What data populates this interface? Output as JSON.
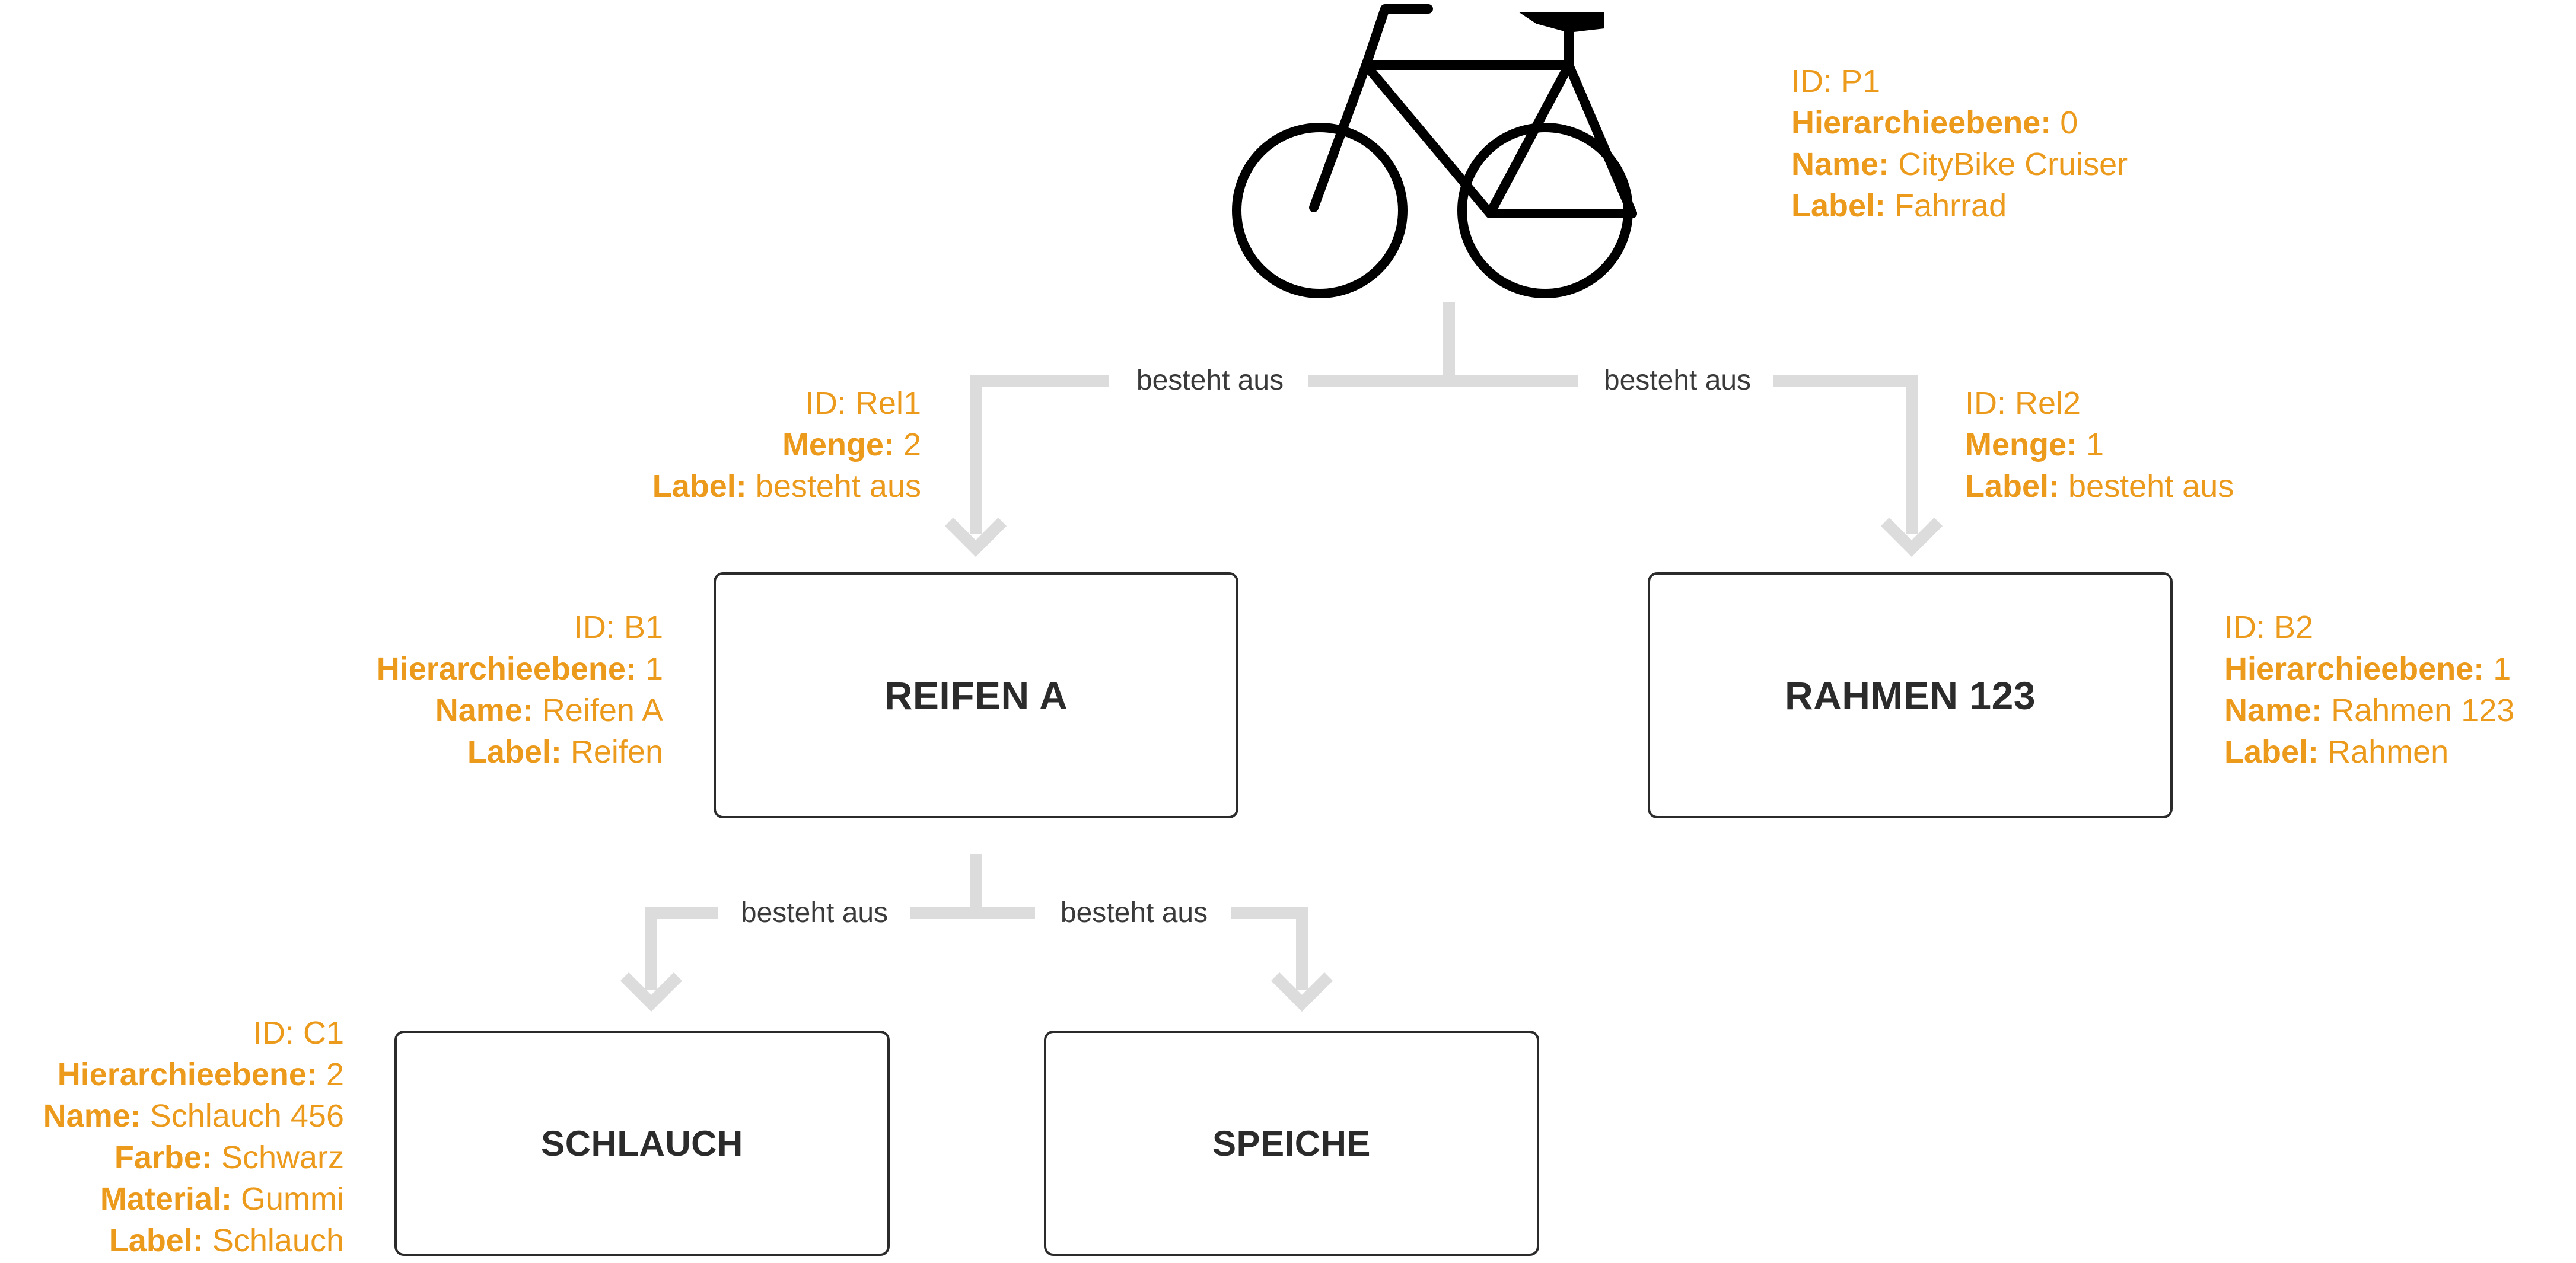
{
  "root": {
    "props": [
      {
        "key": "ID:",
        "value": "P1",
        "bold": false
      },
      {
        "key": "Hierarchieebene:",
        "value": "0",
        "bold": true
      },
      {
        "key": "Name:",
        "value": "CityBike Cruiser",
        "bold": true
      },
      {
        "key": "Label:",
        "value": "Fahrrad",
        "bold": true
      }
    ]
  },
  "edges": {
    "rel1_label": "besteht aus",
    "rel2_label": "besteht aus",
    "sub1_label": "besteht aus",
    "sub2_label": "besteht aus"
  },
  "rel1": {
    "props": [
      {
        "key": "ID:",
        "value": "Rel1",
        "bold": false
      },
      {
        "key": "Menge:",
        "value": "2",
        "bold": true
      },
      {
        "key": "Label:",
        "value": "besteht aus",
        "bold": true
      }
    ]
  },
  "rel2": {
    "props": [
      {
        "key": "ID:",
        "value": "Rel2",
        "bold": false
      },
      {
        "key": "Menge:",
        "value": "1",
        "bold": true
      },
      {
        "key": "Label:",
        "value": "besteht aus",
        "bold": true
      }
    ]
  },
  "b1": {
    "title": "REIFEN A",
    "props": [
      {
        "key": "ID:",
        "value": "B1",
        "bold": false
      },
      {
        "key": "Hierarchieebene:",
        "value": "1",
        "bold": true
      },
      {
        "key": "Name:",
        "value": "Reifen A",
        "bold": true
      },
      {
        "key": "Label:",
        "value": "Reifen",
        "bold": true
      }
    ]
  },
  "b2": {
    "title": "RAHMEN 123",
    "props": [
      {
        "key": "ID:",
        "value": "B2",
        "bold": false
      },
      {
        "key": "Hierarchieebene:",
        "value": "1",
        "bold": true
      },
      {
        "key": "Name:",
        "value": "Rahmen 123",
        "bold": true
      },
      {
        "key": "Label:",
        "value": "Rahmen",
        "bold": true
      }
    ]
  },
  "c1": {
    "title": "SCHLAUCH",
    "props": [
      {
        "key": "ID:",
        "value": "C1",
        "bold": false
      },
      {
        "key": "Hierarchieebene:",
        "value": "2",
        "bold": true
      },
      {
        "key": "Name:",
        "value": "Schlauch 456",
        "bold": true
      },
      {
        "key": "Farbe:",
        "value": "Schwarz",
        "bold": true
      },
      {
        "key": "Material:",
        "value": "Gummi",
        "bold": true
      },
      {
        "key": "Label:",
        "value": "Schlauch",
        "bold": true
      }
    ]
  },
  "c2": {
    "title": "SPEICHE"
  },
  "colors": {
    "accent": "#ec9a1c",
    "connector": "#dcdcdc",
    "box_border": "#2b2b2b",
    "text": "#2b2b2b"
  },
  "icons": {
    "root_node": "bicycle-icon"
  }
}
